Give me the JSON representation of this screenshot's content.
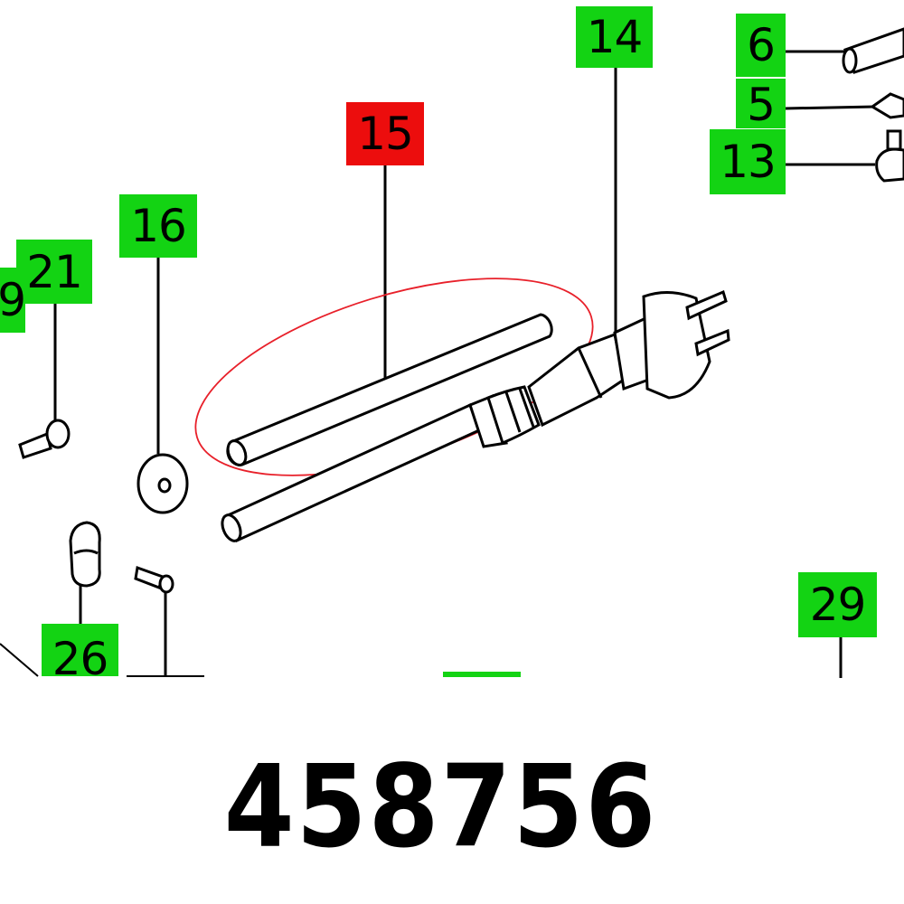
{
  "part_number": "458756",
  "callouts": [
    {
      "id": "c6",
      "label": "6",
      "color": "#13d313"
    },
    {
      "id": "c5",
      "label": "5",
      "color": "#13d313"
    },
    {
      "id": "c13",
      "label": "13",
      "color": "#13d313"
    },
    {
      "id": "c14",
      "label": "14",
      "color": "#13d313"
    },
    {
      "id": "c15",
      "label": "15",
      "color": "#ec0d0d",
      "highlighted": true
    },
    {
      "id": "c16",
      "label": "16",
      "color": "#13d313"
    },
    {
      "id": "c21",
      "label": "21",
      "color": "#13d313"
    },
    {
      "id": "c9",
      "label": "9",
      "color": "#13d313"
    },
    {
      "id": "c26",
      "label": "26",
      "color": "#13d313"
    },
    {
      "id": "c29",
      "label": "29",
      "color": "#13d313"
    }
  ],
  "colors": {
    "callout_green": "#13d313",
    "callout_red": "#ec0d0d",
    "highlight_ellipse": "#e8202a",
    "line": "#000000"
  }
}
